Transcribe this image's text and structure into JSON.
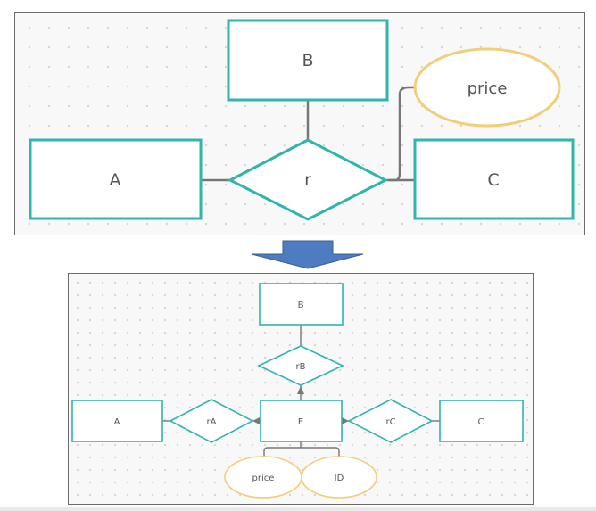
{
  "colors": {
    "entity_stroke": "#2fb5ad",
    "attribute_stroke": "#f2cd7a",
    "line": "#777777",
    "arrow_fill": "#4e7cc0",
    "arrow_stroke": "#3a5f95",
    "text": "#555555"
  },
  "top_diagram": {
    "entities": {
      "a": "A",
      "b": "B",
      "c": "C"
    },
    "relationship": "r",
    "attribute": "price"
  },
  "bottom_diagram": {
    "entities": {
      "a": "A",
      "b": "B",
      "c": "C",
      "e": "E"
    },
    "relationships": {
      "ra": "rA",
      "rb": "rB",
      "rc": "rC"
    },
    "attributes": {
      "price": "price",
      "id": "ID"
    }
  }
}
